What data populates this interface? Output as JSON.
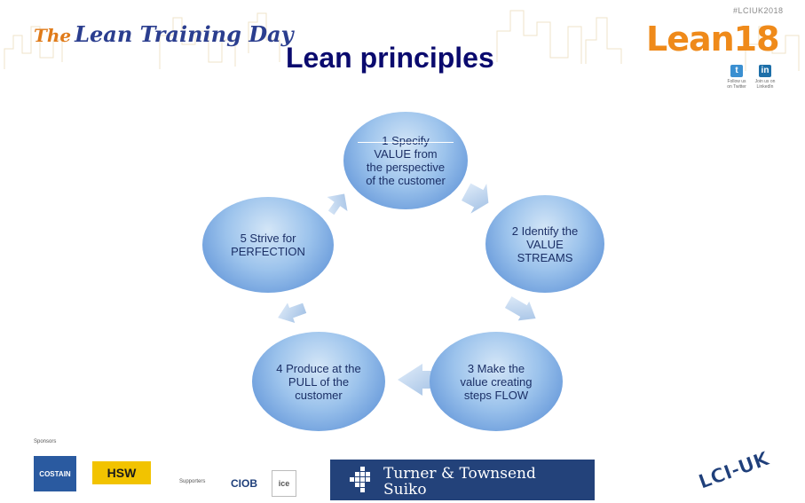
{
  "header": {
    "brand_the": "The",
    "brand_rest": "Lean Training Day",
    "title": "Lean principles",
    "hashtag": "#LCIUK2018",
    "event_logo": "Lean18",
    "social": [
      {
        "icon": "twitter-icon",
        "label": "Follow us on Twitter",
        "glyph": "t",
        "color": "#3a8fd1"
      },
      {
        "icon": "linkedin-icon",
        "label": "Join us on LinkedIn",
        "glyph": "in",
        "color": "#1d6fa9"
      }
    ]
  },
  "cycle": {
    "nodes": [
      {
        "id": "1",
        "lines": [
          "1 Specify",
          "VALUE from",
          "the perspective",
          "of the customer"
        ]
      },
      {
        "id": "2",
        "lines": [
          "2 Identify the",
          "VALUE",
          "STREAMS"
        ]
      },
      {
        "id": "3",
        "lines": [
          "3 Make the",
          "value creating",
          "steps FLOW"
        ]
      },
      {
        "id": "4",
        "lines": [
          "4 Produce at the",
          "PULL of the",
          "customer"
        ]
      },
      {
        "id": "5",
        "lines": [
          "5 Strive for",
          "PERFECTION"
        ]
      }
    ]
  },
  "footer": {
    "sponsors_label": "Sponsors",
    "supporters_label": "Supporters",
    "sponsor_logos": [
      "COSTAIN",
      "HSW"
    ],
    "supporter_logos": [
      "CIOB",
      "ice"
    ],
    "main_sponsor": {
      "line1": "Turner & Townsend",
      "line2": "Suiko"
    },
    "host_logo": "LCI-UK"
  },
  "colors": {
    "title": "#0a0a6e",
    "node_edge": "#4f86d2",
    "node_center": "#d4e6f7",
    "arrow": "#a9c7e8",
    "event_orange": "#ef8a1a",
    "sponsor_navy": "#23427a"
  }
}
